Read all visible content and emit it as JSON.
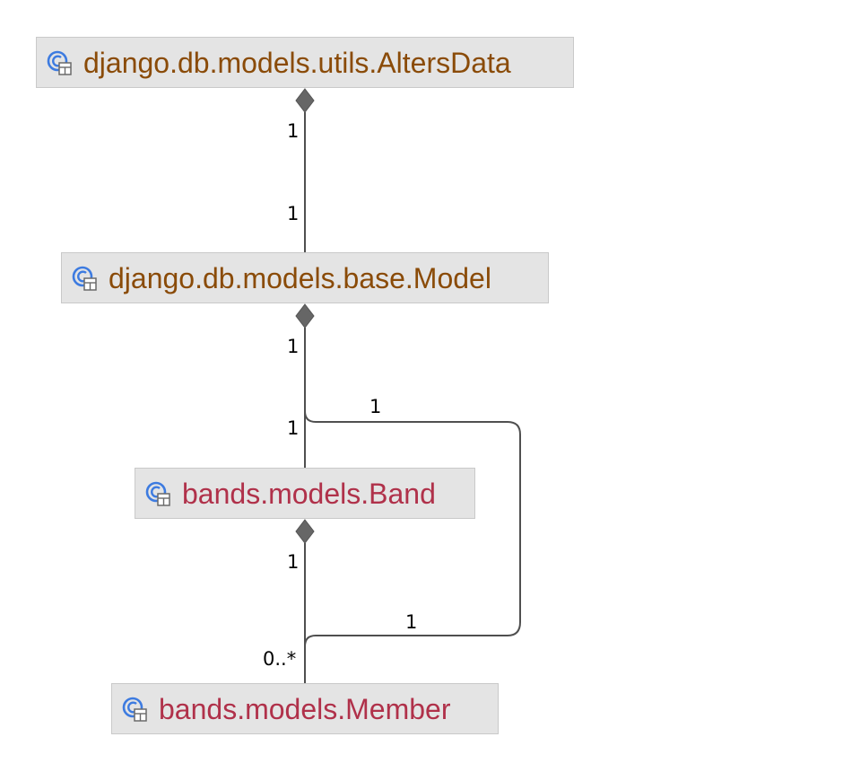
{
  "colors": {
    "library_class_text": "#8a4b08",
    "project_class_text": "#b0314a",
    "node_fill": "#e4e4e4",
    "node_border": "#c9c9c9",
    "connector": "#4f4f4f",
    "diamond": "#666666",
    "icon_blue": "#3d7be0",
    "icon_gray": "#6a6a6a"
  },
  "icons": {
    "class_icon": "class-with-table-icon"
  },
  "nodes": {
    "alters_data": {
      "label": "django.db.models.utils.AltersData"
    },
    "model": {
      "label": "django.db.models.base.Model"
    },
    "band": {
      "label": "bands.models.Band"
    },
    "member": {
      "label": "bands.models.Member"
    }
  },
  "edges": {
    "alters_to_model": {
      "source_mult": "1",
      "target_mult": "1"
    },
    "model_to_band": {
      "source_mult": "1",
      "target_mult": "1"
    },
    "model_to_member": {
      "source_mult": "1",
      "target_mult": "1"
    },
    "band_to_member": {
      "source_mult": "1",
      "target_mult": "0..*"
    }
  }
}
